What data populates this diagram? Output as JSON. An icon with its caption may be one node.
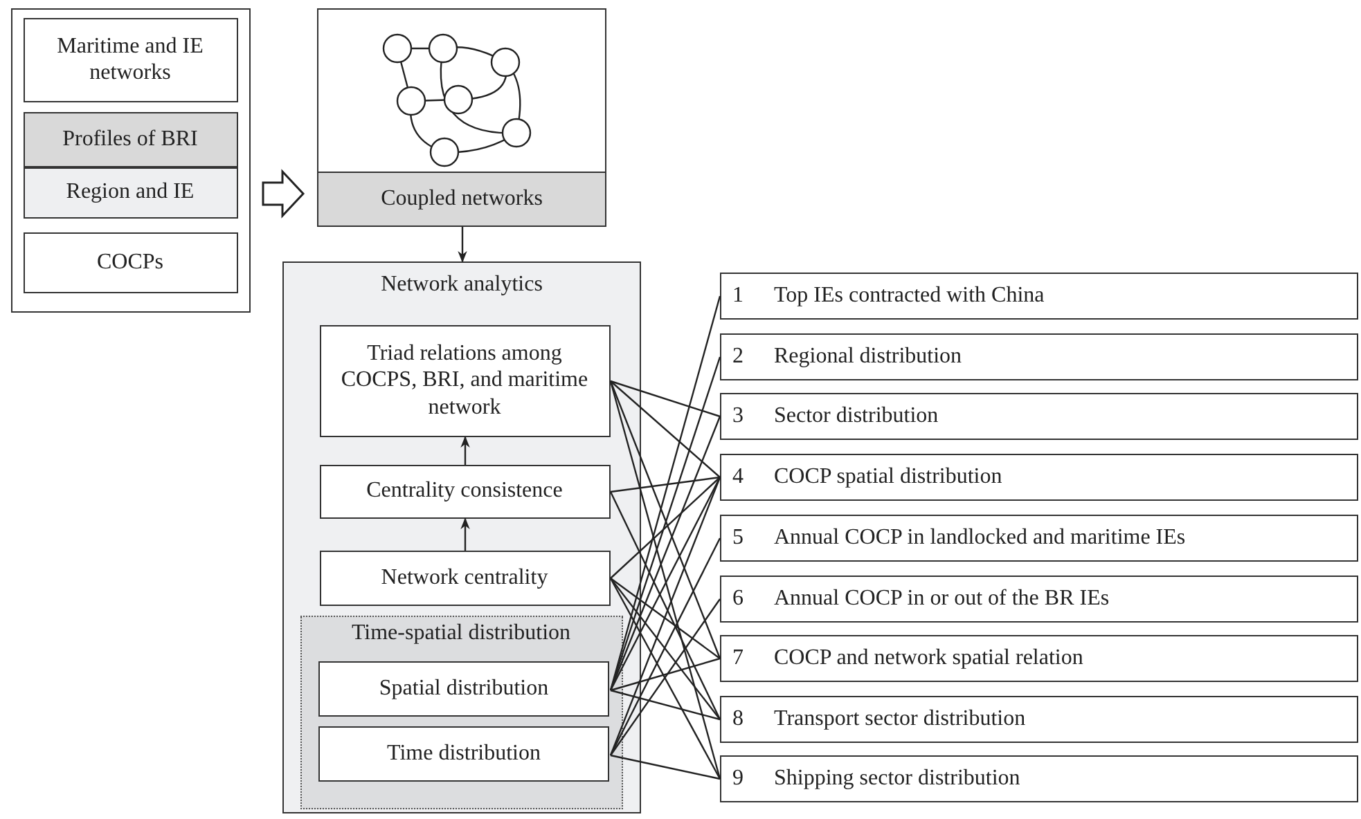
{
  "diagram": {
    "nodes": [
      {
        "text": [],
        "shape": "box"
      },
      {
        "text": [
          "Maritime and IE networks"
        ],
        "in": 0
      },
      {
        "text": [
          "Profiles of BRI"
        ],
        "in": 0
      },
      {
        "text": [
          "Region and IE"
        ],
        "in": 0
      },
      {
        "text": [
          "COCPs"
        ],
        "in": 0
      },
      {
        "text": [
          "Coupled networks"
        ]
      },
      {
        "text": [
          "Network analytics"
        ]
      },
      {
        "text": [
          "Triad relations among COCPS, BRI, and maritime network"
        ],
        "in": 6
      },
      {
        "text": [
          "Centrality consistence"
        ],
        "in": 6
      },
      {
        "text": [
          "Network centrality"
        ],
        "in": 6
      },
      {
        "text": [
          "Time-spatial distribution"
        ],
        "in": 6
      },
      {
        "text": [
          "Spatial distribution"
        ],
        "in": 10
      },
      {
        "text": [
          "Time distribution"
        ],
        "in": 10
      },
      {
        "text": [
          "1",
          "Top IEs contracted with China"
        ]
      },
      {
        "text": [
          "2",
          "Regional distribution"
        ]
      },
      {
        "text": [
          "3",
          "Sector distribution"
        ]
      },
      {
        "text": [
          "4",
          "COCP spatial distribution"
        ]
      },
      {
        "text": [
          "5",
          "Annual COCP in landlocked and maritime IEs"
        ]
      },
      {
        "text": [
          "6",
          "Annual COCP in or out of the BR IEs"
        ]
      },
      {
        "text": [
          "7",
          "COCP and network spatial relation"
        ]
      },
      {
        "text": [
          "8",
          "Transport sector distribution"
        ]
      },
      {
        "text": [
          "9",
          "Shipping sector distribution"
        ]
      }
    ],
    "edges": [
      {
        "from": 0,
        "to": 5,
        "arrow": "to",
        "style": "thick"
      },
      {
        "from": 5,
        "to": 6,
        "arrow": "to"
      },
      {
        "from": 9,
        "to": 8,
        "arrow": "to"
      },
      {
        "from": 8,
        "to": 7,
        "arrow": "to"
      },
      {
        "from": 7,
        "to": 15,
        "arrow": "none"
      },
      {
        "from": 7,
        "to": 16,
        "arrow": "none"
      },
      {
        "from": 7,
        "to": 19,
        "arrow": "none"
      },
      {
        "from": 7,
        "to": 21,
        "arrow": "none"
      },
      {
        "from": 8,
        "to": 16,
        "arrow": "none"
      },
      {
        "from": 8,
        "to": 20,
        "arrow": "none"
      },
      {
        "from": 9,
        "to": 16,
        "arrow": "none"
      },
      {
        "from": 9,
        "to": 19,
        "arrow": "none"
      },
      {
        "from": 9,
        "to": 20,
        "arrow": "none"
      },
      {
        "from": 9,
        "to": 21,
        "arrow": "none"
      },
      {
        "from": 11,
        "to": 13,
        "arrow": "none"
      },
      {
        "from": 11,
        "to": 14,
        "arrow": "none"
      },
      {
        "from": 11,
        "to": 15,
        "arrow": "none"
      },
      {
        "from": 11,
        "to": 16,
        "arrow": "none"
      },
      {
        "from": 11,
        "to": 19,
        "arrow": "none"
      },
      {
        "from": 11,
        "to": 20,
        "arrow": "none"
      },
      {
        "from": 12,
        "to": 16,
        "arrow": "none"
      },
      {
        "from": 12,
        "to": 17,
        "arrow": "none"
      },
      {
        "from": 12,
        "to": 18,
        "arrow": "none"
      },
      {
        "from": 12,
        "to": 21,
        "arrow": "none"
      }
    ]
  }
}
